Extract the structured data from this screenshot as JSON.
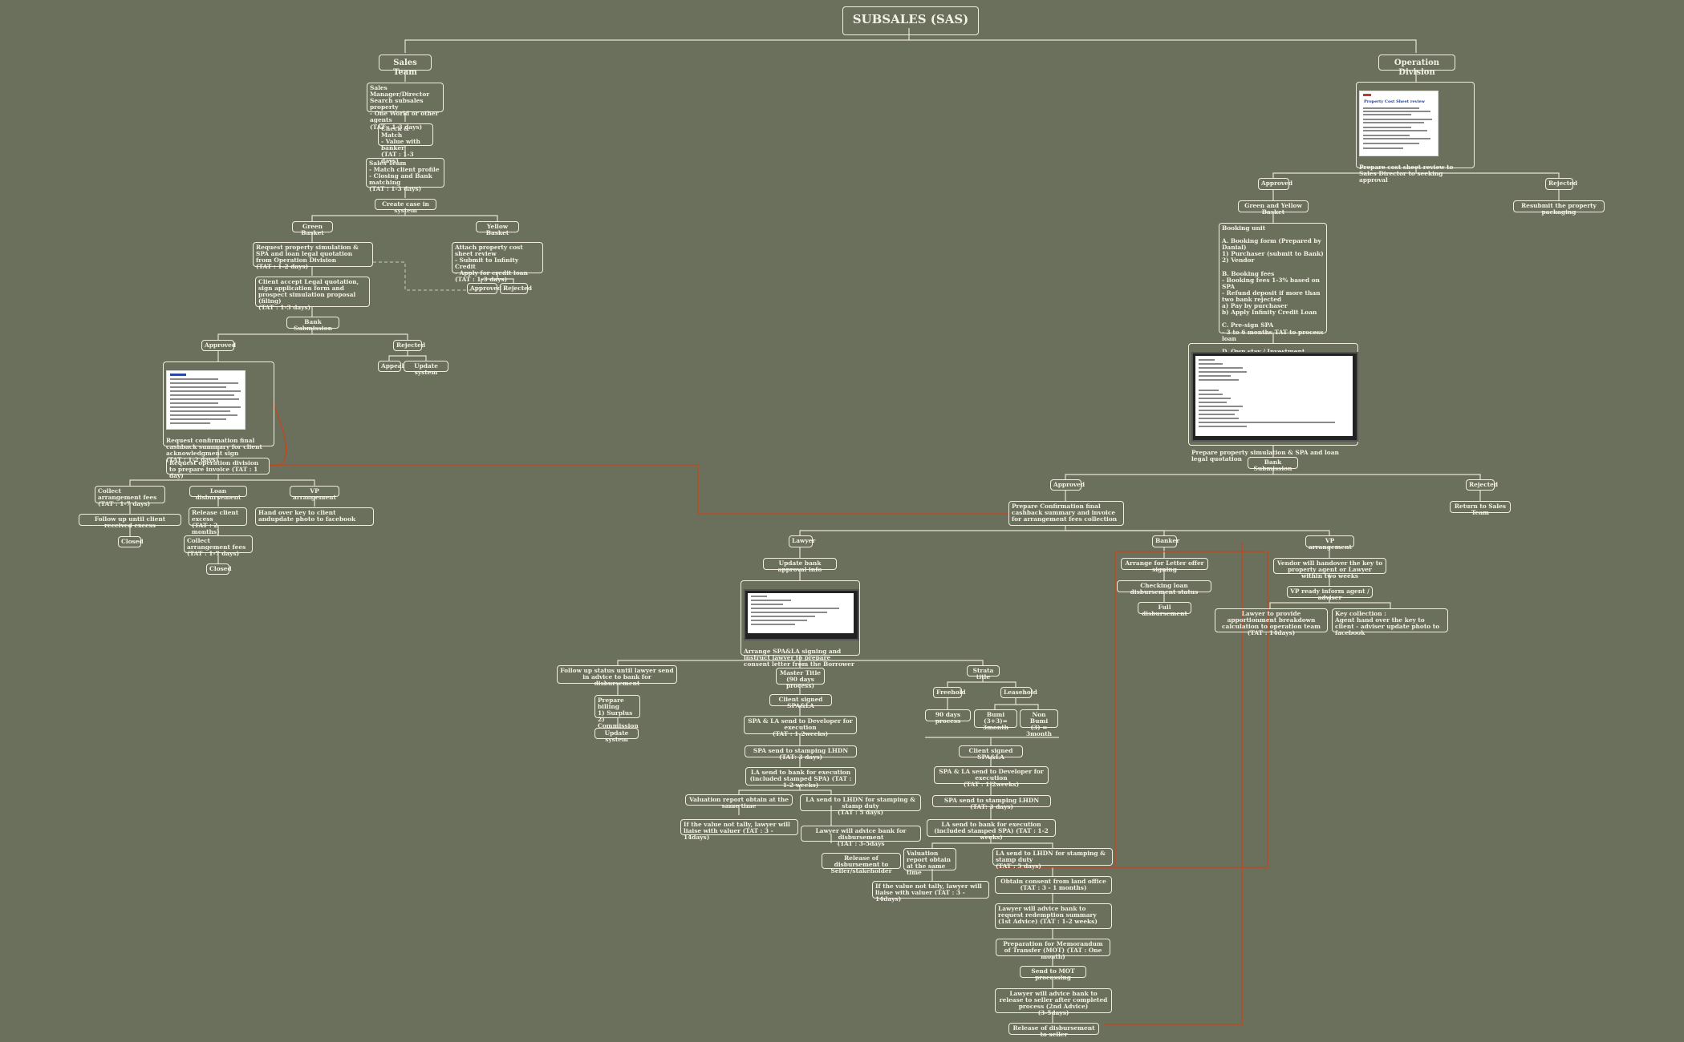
{
  "title": "SUBSALES (SAS)",
  "branches": {
    "sales_team": "Sales Team",
    "operation_division": "Operation Division"
  },
  "sales": {
    "manager_search": "Sales Manager/Director\nSearch subsales property\n- One World or other agents\n(TAT : 1-3 days)",
    "check_match": "Check & Match\n- Value with banker\n(TAT : 1-3 days)",
    "sales_team_match": "Sales Team\n- Match client profile\n- Closing and Bank matching\n(TAT : 1-3 days)",
    "create_case": "Create case in system",
    "green_basket": "Green Basket",
    "yellow_basket": "Yellow Basket",
    "request_simulation": "Request property simulation &  SPA and loan legal quotation from Operation Division\n(TAT : 1-2 days)",
    "attach_cost_sheet": "Attach property cost sheet review\n- Submit to Infinity Credit\n- Apply for credit loan\n(TAT : 1-3 days)",
    "yb_approved": "Approved",
    "yb_rejected": "Rejected",
    "client_accept": "Client accept Legal quotation, sign application form and prospect simulation proposal (filing)\n(TAT : 1-3 days)",
    "bank_submission": "Bank Submission",
    "approved": "Approved",
    "rejected": "Rejected",
    "appeal": "Appeal",
    "update_system": "Update system",
    "request_confirmation": "Request confirmation final cashback summary for client acknowledgment sign\n(TAT : 1-2 days)",
    "request_invoice": "Request operation division to prepare invoice (TAT : 1 day)",
    "collect_fees": "Collect arrangement fees\n(TAT : 1-7 days)",
    "loan_disbursement": "Loan disbursement",
    "vp_arrangement": "VP arrangement",
    "follow_up_client": "Follow up until client received excess",
    "release_excess": "Release client excess\n(TAT : 2 months)",
    "hand_over_key": "Hand over key to client andupdate photo to facebook",
    "closed_1": "Closed",
    "collect_fees_2": "Collect arrangement fees\n(TAT : 1-7 days)",
    "closed_2": "Closed"
  },
  "operation": {
    "prepare_cost_sheet": "Prepare cost sheet review to Sales Director to seeking approval",
    "cost_sheet_thumb_title": "Property Cost Sheet review",
    "approved": "Approved",
    "rejected": "Rejected",
    "resubmit": "Resubmit the property packaging",
    "green_yellow_basket": "Green and Yellow Basket",
    "booking_unit": "Booking unit\n\nA. Booking form (Prepared by Danial)\n1) Purchaser (submit to Bank)\n2) Vendor\n\nB. Booking fees\n- Booking fees 1-3% based on SPA\n- Refund deposit if more than two bank rejected\na) Pay by purchaser\nb) Apply Infinity Credit Loan\n\nC. Pre-sign SPA\n- 3 to 6 months TAT to process loan\n\nD. Own stay / Investment property",
    "prepare_simulation": "Prepare property simulation &  SPA and loan legal quotation",
    "bank_submission": "Bank Submission",
    "bs_approved": "Approved",
    "bs_rejected": "Rejected",
    "return_sales": "Return to Sales Team",
    "prepare_confirmation": "Prepare Confirmation final cashback summary and invoice for arrangement fees collection",
    "lawyer": "Lawyer",
    "banker": "Banker",
    "vp_arrangement": "VP arrangement",
    "update_bank_approval": "Update bank approval info",
    "arrange_spa": "Arrange SPA&LA signing and instruct lawyer to prepare consent letter from the Borrower",
    "arrange_letter": "Arrange for Letter offer signing",
    "checking_loan": "Checking loan disbursement status",
    "full_disbursement": "Full disbursement",
    "vendor_handover": "Vendor will handover the key to property agent or Lawyer within two weeks",
    "vp_ready": "VP ready inform agent / adviser",
    "lawyer_apportionment": "Lawyer to provide apportionment breakdown calculation to operation team\n(TAT : 14days)",
    "key_collection": "Key collection :\nAgent hand over the key to client - adviser update photo to facebook",
    "follow_up_lawyer": "Follow up status until lawyer send in advice to bank for disbursement",
    "master_title": "Master Title\n(90 days process)",
    "strata_title": "Strata title",
    "prepare_billing": "Prepare billing\n1) Surplus\n2) Commission",
    "update_system": "Update system",
    "client_signed_1": "Client signed SPA&LA",
    "spa_la_developer_1": "SPA & LA send to Developer for execution\n(TAT : 1-2weeks)",
    "spa_stamping_1": "SPA send to stamping LHDN (TAT: 3 days)",
    "la_bank_1": "LA send to bank for execution (included stamped SPA) (TAT : 1-2 weeks)",
    "valuation_same_time": "Valuation report obtain at the same time",
    "la_lhdn_1": "LA send to LHDN for stamping & stamp duty\n(TAT : 5 days)",
    "value_not_tally_1": "If the value not tally, lawyer will liaise with valuer (TAT : 3 - 14days)",
    "lawyer_advice_1": "Lawyer will advice bank for disbursement\n(TAT : 3-5days",
    "release_stakeholder": "Release of disbursement to Seller/stakeholder",
    "freehold": "Freehold",
    "leasehold": "Leasehold",
    "days_90": "90 days process",
    "bumi": "Bumi\n(3+3)= 3month",
    "non_bumi": "Non Bumi\n(3) = 3month",
    "client_signed_2": "Client signed SPA&LA",
    "spa_la_developer_2": "SPA & LA send to Developer for execution\n(TAT : 1-2weeks)",
    "spa_stamping_2": "SPA send to stamping LHDN (TAT: 3 days)",
    "la_bank_2": "LA send to bank for execution (included stamped SPA) (TAT : 1-2 weeks)",
    "valuation_report": "Valuation report obtain at the same time",
    "la_lhdn_2": "LA send to LHDN for stamping & stamp duty\n(TAT : 5 days)",
    "value_not_tally_2": "If the value not tally, lawyer will liaise with valuer (TAT : 3 - 14days)",
    "obtain_consent": "Obtain consent from land office (TAT : 3 - 1 months)",
    "lawyer_redemption": "Lawyer will advice bank to request redemption summary (1st Advice) (TAT : 1-2 weeks)",
    "preparation_mot": "Preparation for Memorandum of Transfer (MOT) (TAT : One month)",
    "send_mot": "Send to MOT processing",
    "lawyer_release": "Lawyer will advice bank to release to seller after completed process  (2nd Advice)\n(3-5days)",
    "release_seller": "Release of disbursement to seller"
  },
  "colors": {
    "background": "#6b705c",
    "node_border": "#f1ede1",
    "connector": "#e8e3d4",
    "relation_line": "#c4471c",
    "dashed_relation": "#cfcabc"
  }
}
